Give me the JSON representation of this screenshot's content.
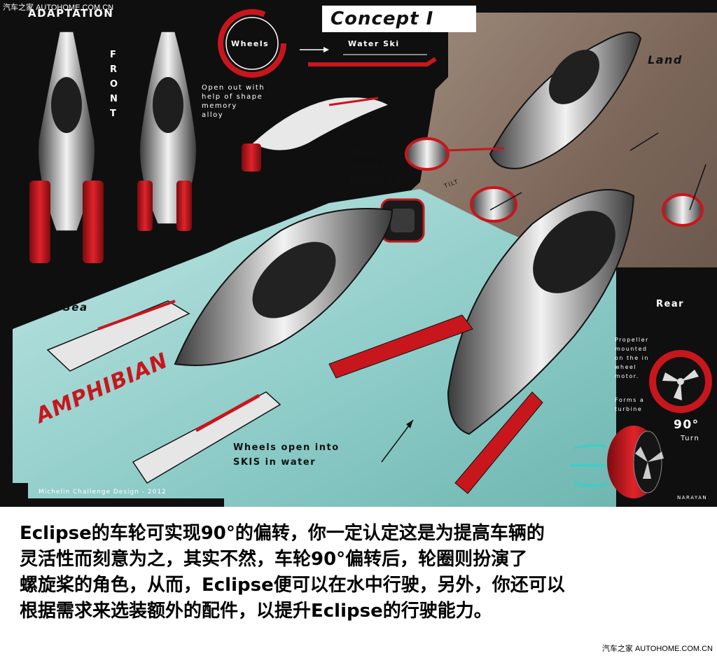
{
  "poster": {
    "header_left": "ADAPTATION",
    "concept": "Concept I",
    "front": "FRONT",
    "wheels": "Wheels",
    "water_ski": "Water Ski",
    "open_out": [
      "Open out with",
      "help of shape",
      "memory",
      "alloy"
    ],
    "land": "Land",
    "rear_wheel": [
      "Rear",
      "wheel",
      "turns 90"
    ],
    "tilt": "TILT",
    "sea": "Sea",
    "amphibian": "AMPHIBIAN",
    "wheels_open": [
      "Wheels open into",
      "SKIS in water"
    ],
    "michelin": "Michelin Challenge Design - 2012",
    "rear": "Rear",
    "propeller": [
      "Propeller",
      "mounted",
      "on the in",
      "wheel",
      "motor."
    ],
    "forms": [
      "Forms a",
      "turbine"
    ],
    "ninety": "90°",
    "turn": "Turn",
    "narayan": "NARAYAN"
  },
  "watermark_top": {
    "cn": "汽车之家",
    "en": "AUTOHOME.COM.CN"
  },
  "watermark_bottom": {
    "cn": "汽车之家",
    "en": "AUTOHOME.COM.CN"
  },
  "caption": [
    "Eclipse的车轮可实现90°的偏转，你一定认定这是为提高车辆的",
    "灵活性而刻意为之，其实不然，车轮90°偏转后，轮圈则扮演了",
    "螺旋桨的角色，从而，Eclipse便可以在水中行驶，另外，你还可以",
    "根据需求来选装额外的配件，以提升Eclipse的行驶能力。"
  ],
  "colors": {
    "accent_red": "#c8161d",
    "water": "#9fd6d2",
    "land": "#8a7466",
    "panel": "#0f0f10"
  }
}
